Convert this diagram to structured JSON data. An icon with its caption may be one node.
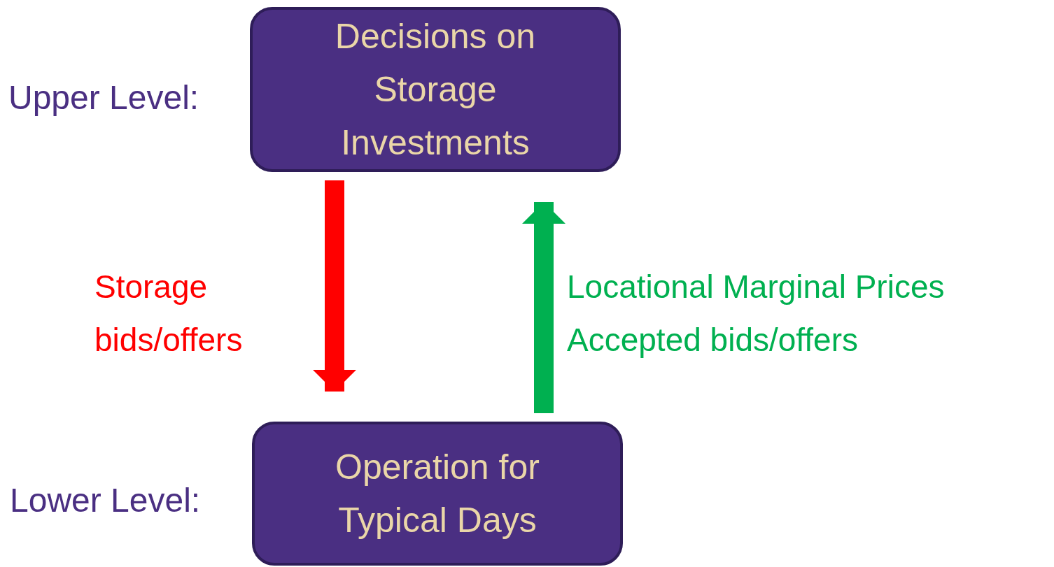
{
  "diagram": {
    "nodes": [
      {
        "text": [
          "Decisions on Storage Investments"
        ],
        "beside": [
          "Upper Level:"
        ]
      },
      {
        "text": [
          "Operation for Typical Days"
        ],
        "beside": [
          "Lower Level:"
        ]
      }
    ],
    "edges": [
      {
        "from": 0,
        "to": 1,
        "arrow": "to",
        "label": "Storage bids/offers",
        "color": "#ff0000"
      },
      {
        "from": 1,
        "to": 0,
        "arrow": "to",
        "label": "Locational Marginal Prices Accepted bids/offers",
        "color": "#00b050"
      }
    ]
  }
}
